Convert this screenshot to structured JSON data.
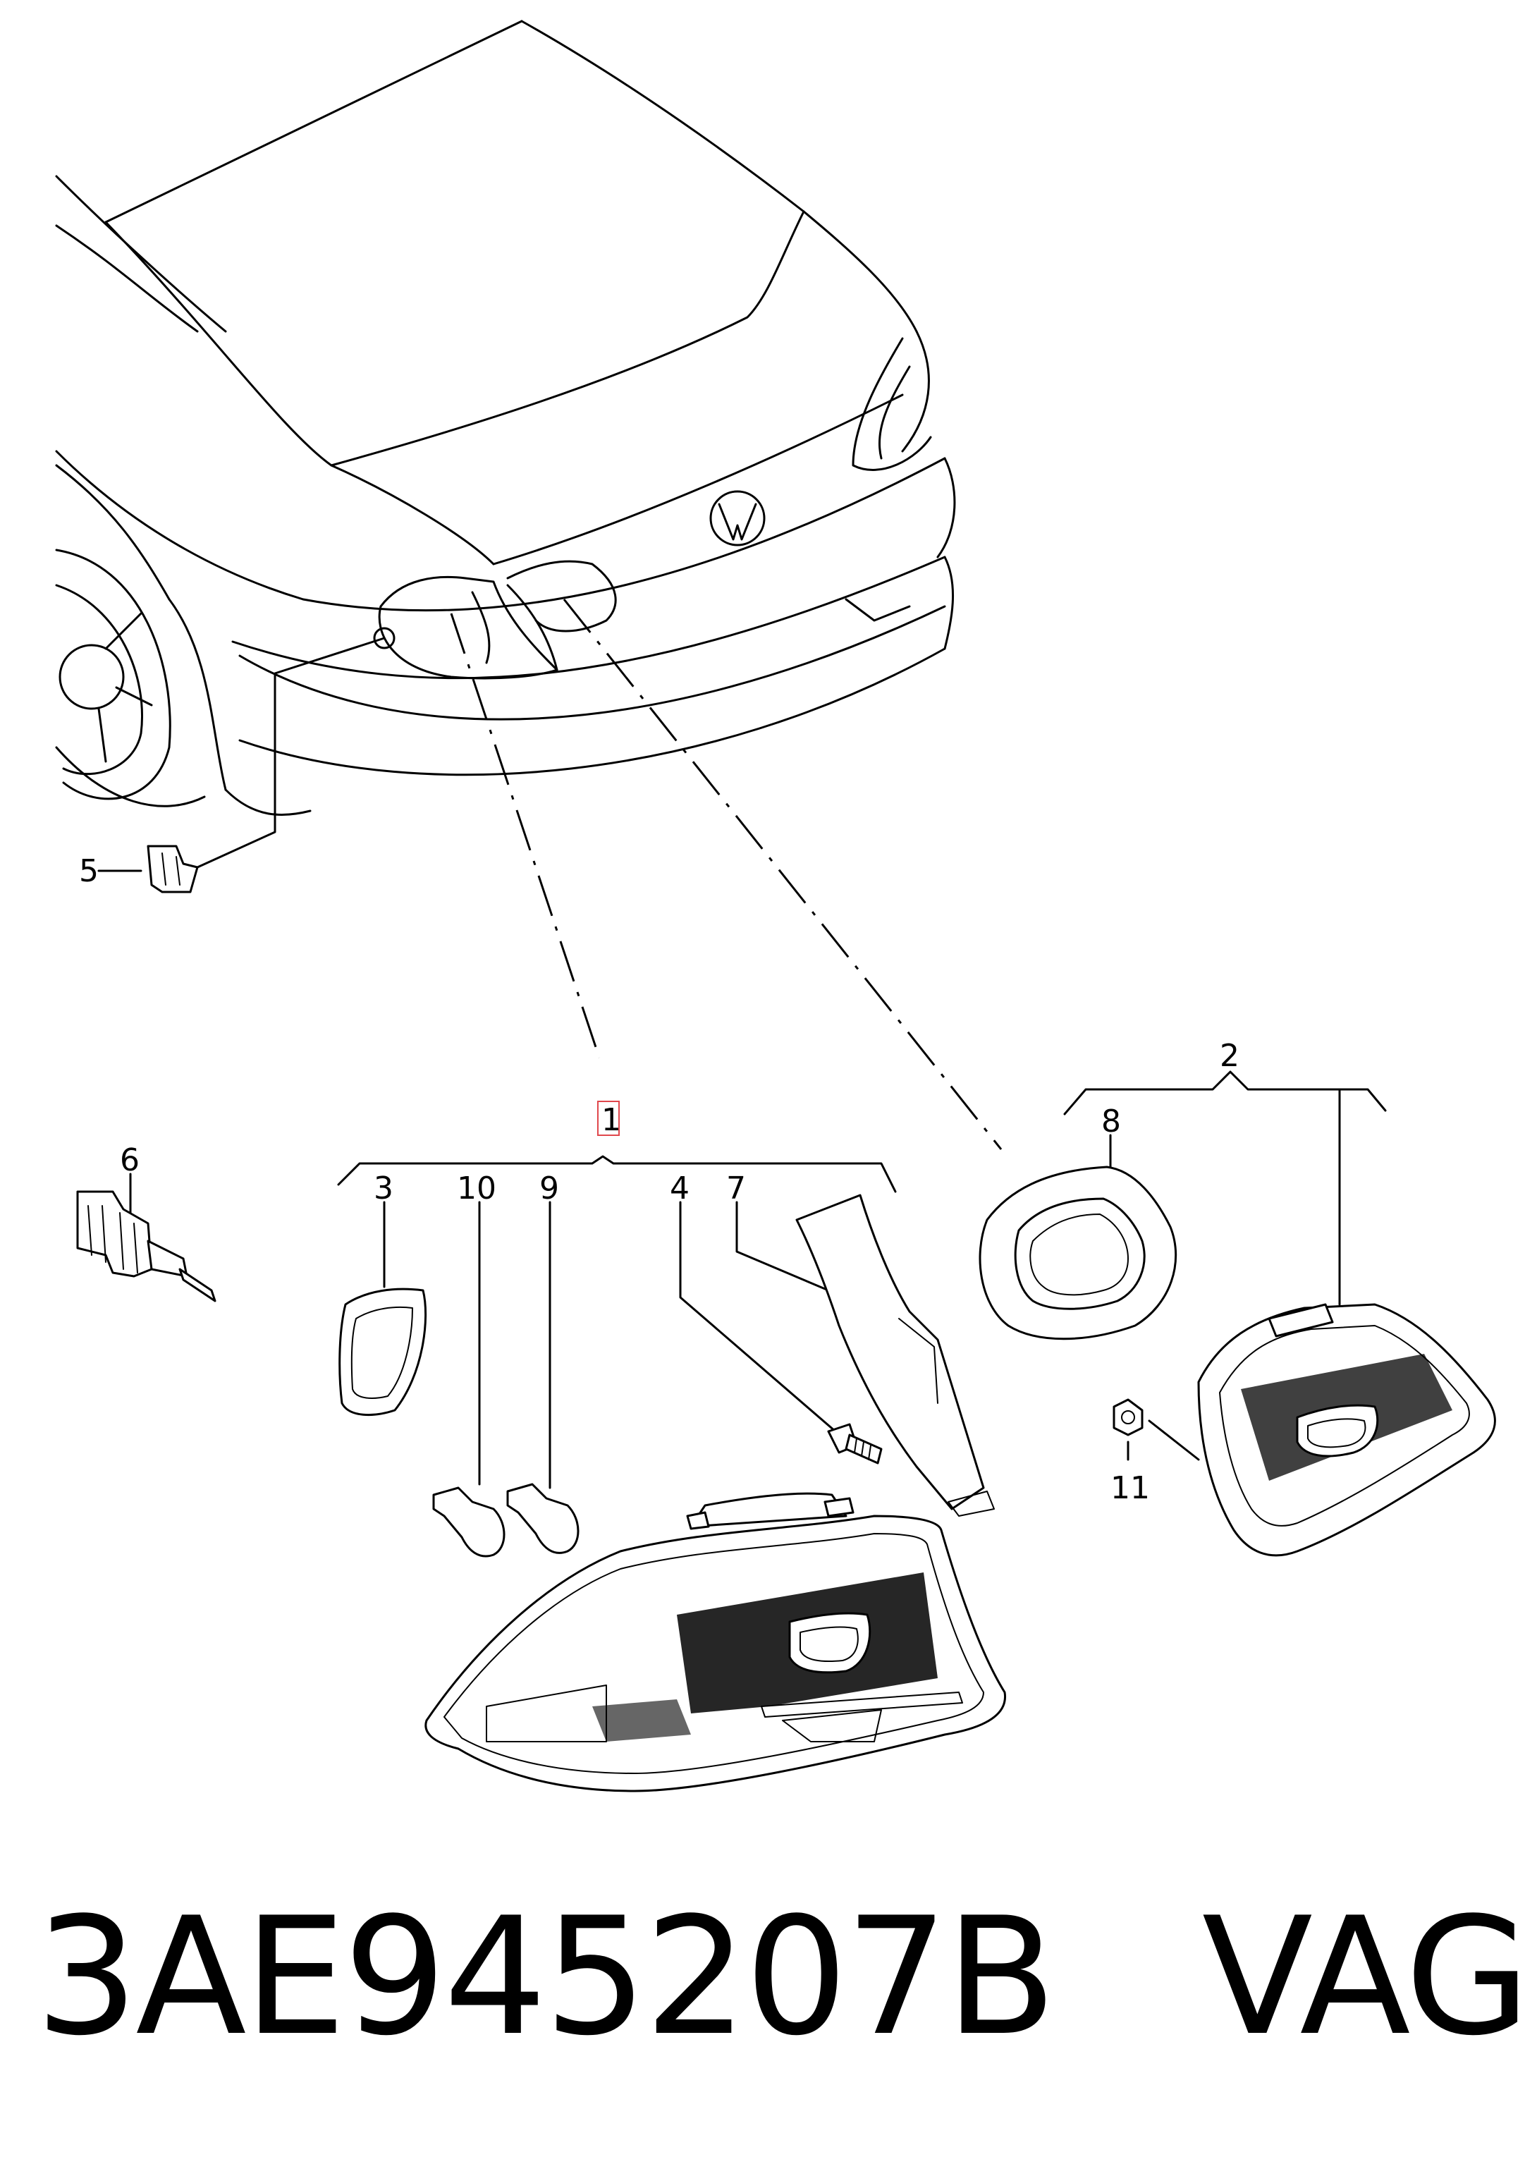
{
  "diagram": {
    "callouts": {
      "c1": "1",
      "c2": "2",
      "c3": "3",
      "c4": "4",
      "c5": "5",
      "c6": "6",
      "c7": "7",
      "c8": "8",
      "c9": "9",
      "c10": "10",
      "c11": "11"
    },
    "highlight_color": "#e0474c"
  },
  "caption": {
    "part_number": "3AE945207B",
    "vendor": "VAG"
  }
}
